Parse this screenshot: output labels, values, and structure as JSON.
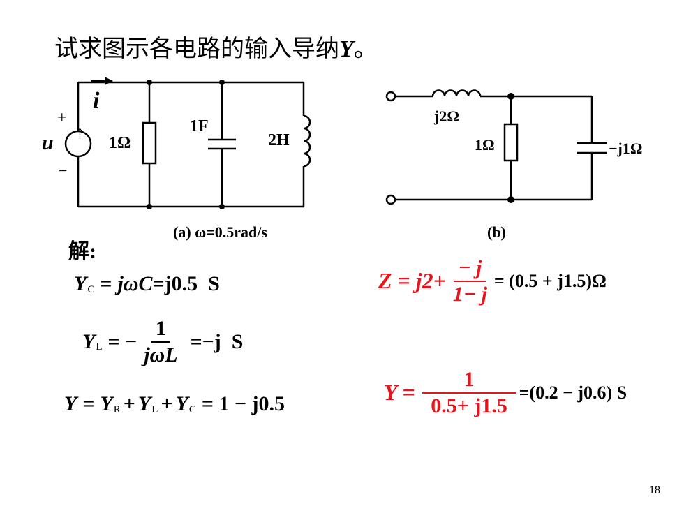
{
  "title": {
    "text": "试求图示各电路的输入导纳",
    "var": "Y",
    "end": "。"
  },
  "circuit_a": {
    "current_label": "i",
    "source_label": "u",
    "plus": "+",
    "minus": "−",
    "resistor_label": "1Ω",
    "capacitor_label": "1F",
    "inductor_label": "2H",
    "caption": "(a) ω=0.5rad/s"
  },
  "circuit_b": {
    "inductor_label": "j2Ω",
    "resistor_label": "1Ω",
    "capacitor_label": "−j1Ω",
    "caption": "(b)"
  },
  "solution_label": "解:",
  "left_eqs": {
    "yc": {
      "var": "Y",
      "sub": "C",
      "eq": "=",
      "expr": "jωC",
      "result": "=j0.5  S"
    },
    "yl": {
      "var": "Y",
      "sub": "L",
      "eq": "= −",
      "num": "1",
      "den": "jωL",
      "result": "=−j  S"
    },
    "y": {
      "var": "Y",
      "eq": "=",
      "y1": "Y",
      "s1": "R",
      "plus1": "+",
      "y2": "Y",
      "s2": "L",
      "plus2": "+",
      "y3": "Y",
      "s3": "C",
      "result": "= 1 − j0.5"
    }
  },
  "right_eqs": {
    "z": {
      "lhs": "Z = j2+",
      "num": "− j",
      "den": "1− j",
      "result": "= (0.5 + j1.5)Ω"
    },
    "y": {
      "lhs": "Y =",
      "num": "1",
      "den": "0.5+ j1.5",
      "result": "=(0.2 − j0.6) S"
    }
  },
  "page_number": "18"
}
